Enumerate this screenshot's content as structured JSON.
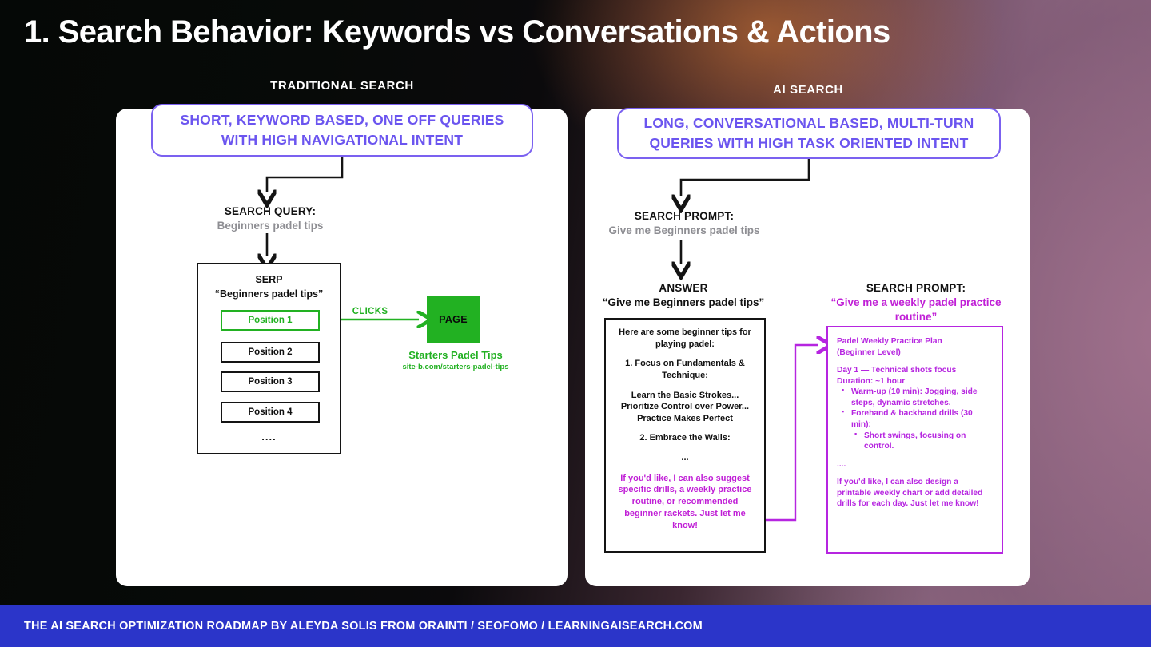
{
  "title": "1. Search Behavior: Keywords vs Conversations & Actions",
  "columns": {
    "left_caption": "TRADITIONAL SEARCH",
    "right_caption": "AI SEARCH"
  },
  "colors": {
    "accent_purple": "#6b55ef",
    "accent_magenta": "#c01fd6",
    "plan_border": "#b625e0",
    "green": "#22b122",
    "footer_blue": "#2b35c9"
  },
  "left_panel": {
    "header": "SHORT, KEYWORD BASED, ONE OFF QUERIES WITH HIGH NAVIGATIONAL INTENT",
    "query_label": "SEARCH QUERY:",
    "query_value": "Beginners padel tips",
    "serp": {
      "title_line1": "SERP",
      "title_line2": "“Beginners padel tips”",
      "positions": [
        "Position 1",
        "Position 2",
        "Position 3",
        "Position 4"
      ],
      "ellipsis": "...."
    },
    "clicks_label": "CLICKS",
    "page_label": "PAGE",
    "page_title": "Starters Padel Tips",
    "page_url": "site-b.com/starters-padel-tips"
  },
  "right_panel": {
    "header": "LONG, CONVERSATIONAL BASED, MULTI-TURN QUERIES WITH HIGH TASK ORIENTED INTENT",
    "prompt_label": "SEARCH PROMPT:",
    "prompt_value": "Give me Beginners padel tips",
    "answer_label": "ANSWER",
    "answer_query": "“Give me Beginners padel tips”",
    "answer_body": [
      "Here are some beginner tips for playing padel:",
      "1. Focus on Fundamentals & Technique:",
      "Learn the Basic Strokes... Prioritize Control over Power... Practice Makes Perfect",
      "2. Embrace the Walls:",
      "..."
    ],
    "answer_followup": "If you'd like, I can also suggest specific drills, a weekly practice routine, or recommended beginner rackets. Just let me know!",
    "prompt2_label": "SEARCH PROMPT:",
    "prompt2_value": "“Give me a weekly padel practice routine”",
    "plan": {
      "title_line1": "Padel Weekly Practice Plan",
      "title_line2": "(Beginner Level)",
      "day_line": "Day 1 — Technical shots focus",
      "duration_line": "Duration: ~1 hour",
      "bullets": [
        {
          "text": "Warm-up (10 min): Jogging, side steps, dynamic stretches.",
          "level": 1
        },
        {
          "text": "Forehand & backhand drills (30 min):",
          "level": 1
        },
        {
          "text": "Short swings, focusing on control.",
          "level": 2
        }
      ],
      "ellipsis": "....",
      "followup": "If you'd like, I can also design a printable weekly chart or add detailed drills for each day. Just let me know!"
    }
  },
  "footer": {
    "text": "THE AI SEARCH OPTIMIZATION ROADMAP BY ALEYDA SOLIS FROM ORAINTI / SEOFOMO / LEARNINGAISEARCH.COM"
  }
}
